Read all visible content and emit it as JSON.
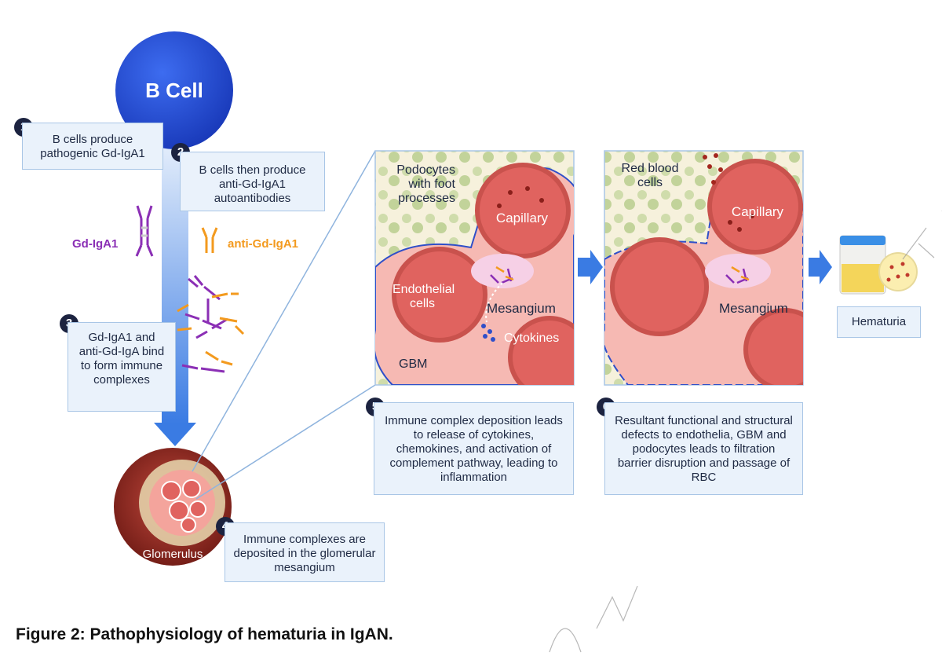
{
  "b_cell_label": "B Cell",
  "steps": [
    {
      "number": "1",
      "text": "B cells produce pathogenic Gd-IgA1"
    },
    {
      "number": "2",
      "text": "B cells then produce anti-Gd-IgA1 autoantibodies"
    },
    {
      "number": "3",
      "text": "Gd-IgA1 and anti-Gd-IgA bind to form immune complexes"
    },
    {
      "number": "4",
      "text": "Immune complexes are deposited in the glomerular mesangium"
    },
    {
      "number": "5",
      "text": "Immune complex deposition leads to release of cytokines, chemokines, and activation of complement pathway, leading to inflammation"
    },
    {
      "number": "6",
      "text": "Resultant functional and structural defects to endothelia, GBM and podocytes leads to filtration barrier disruption and passage of RBC"
    }
  ],
  "legend": {
    "gd_iga1": "Gd-IgA1",
    "anti_gd_iga1": "anti-Gd-IgA1"
  },
  "glomerulus_label": "Glomerulus",
  "panel1": {
    "podocytes": "Podocytes with foot processes",
    "capillary": "Capillary",
    "endothelial": "Endothelial cells",
    "mesangium": "Mesangium",
    "cytokines": "Cytokines",
    "gbm": "GBM"
  },
  "panel2": {
    "red_blood_cells": "Red blood cells",
    "capillary": "Capillary",
    "mesangium": "Mesangium"
  },
  "hematuria_label": "Hematuria",
  "caption": "Figure 2: Pathophysiology of hematuria in IgAN.",
  "colors": {
    "blue": "#1f4fd6",
    "purple": "#8b2fb5",
    "orange": "#f39a1e",
    "capillary_red": "#e0635f",
    "panel_bg": "#f6f1dc",
    "box_bg": "#eaf2fb"
  }
}
